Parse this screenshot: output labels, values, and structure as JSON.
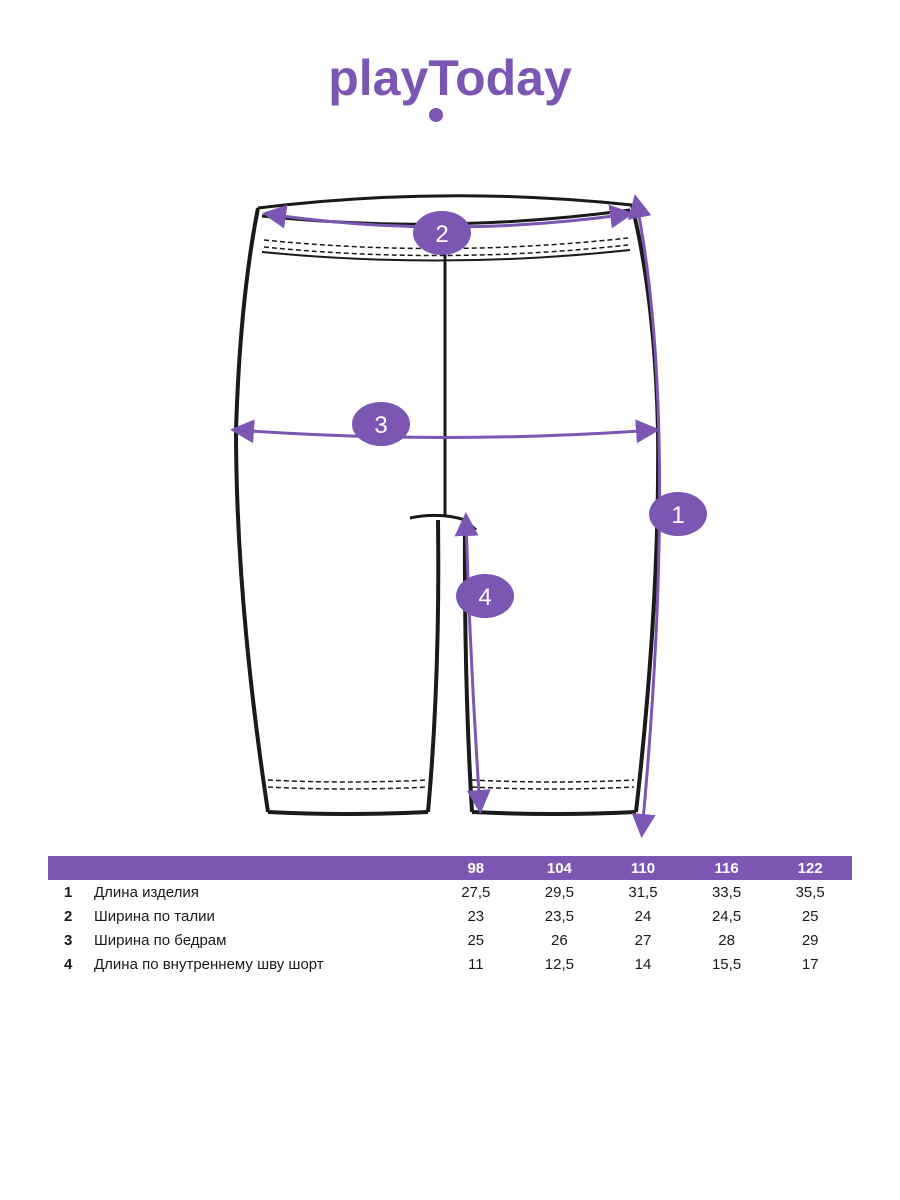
{
  "brand": {
    "name": "playToday",
    "color": "#7b56b3"
  },
  "diagram": {
    "markers": [
      {
        "id": "1",
        "label": "1"
      },
      {
        "id": "2",
        "label": "2"
      },
      {
        "id": "3",
        "label": "3"
      },
      {
        "id": "4",
        "label": "4"
      }
    ],
    "garment_icon": "shorts-outline",
    "line_color": "#1a1a1a",
    "measure_color": "#7b56b3"
  },
  "table": {
    "sizes": [
      "98",
      "104",
      "110",
      "116",
      "122"
    ],
    "rows": [
      {
        "num": "1",
        "name": "Длина изделия",
        "values": [
          "27,5",
          "29,5",
          "31,5",
          "33,5",
          "35,5"
        ]
      },
      {
        "num": "2",
        "name": "Ширина по талии",
        "values": [
          "23",
          "23,5",
          "24",
          "24,5",
          "25"
        ]
      },
      {
        "num": "3",
        "name": "Ширина по бедрам",
        "values": [
          "25",
          "26",
          "27",
          "28",
          "29"
        ]
      },
      {
        "num": "4",
        "name": "Длина по внутреннему шву шорт",
        "values": [
          "11",
          "12,5",
          "14",
          "15,5",
          "17"
        ]
      }
    ]
  }
}
